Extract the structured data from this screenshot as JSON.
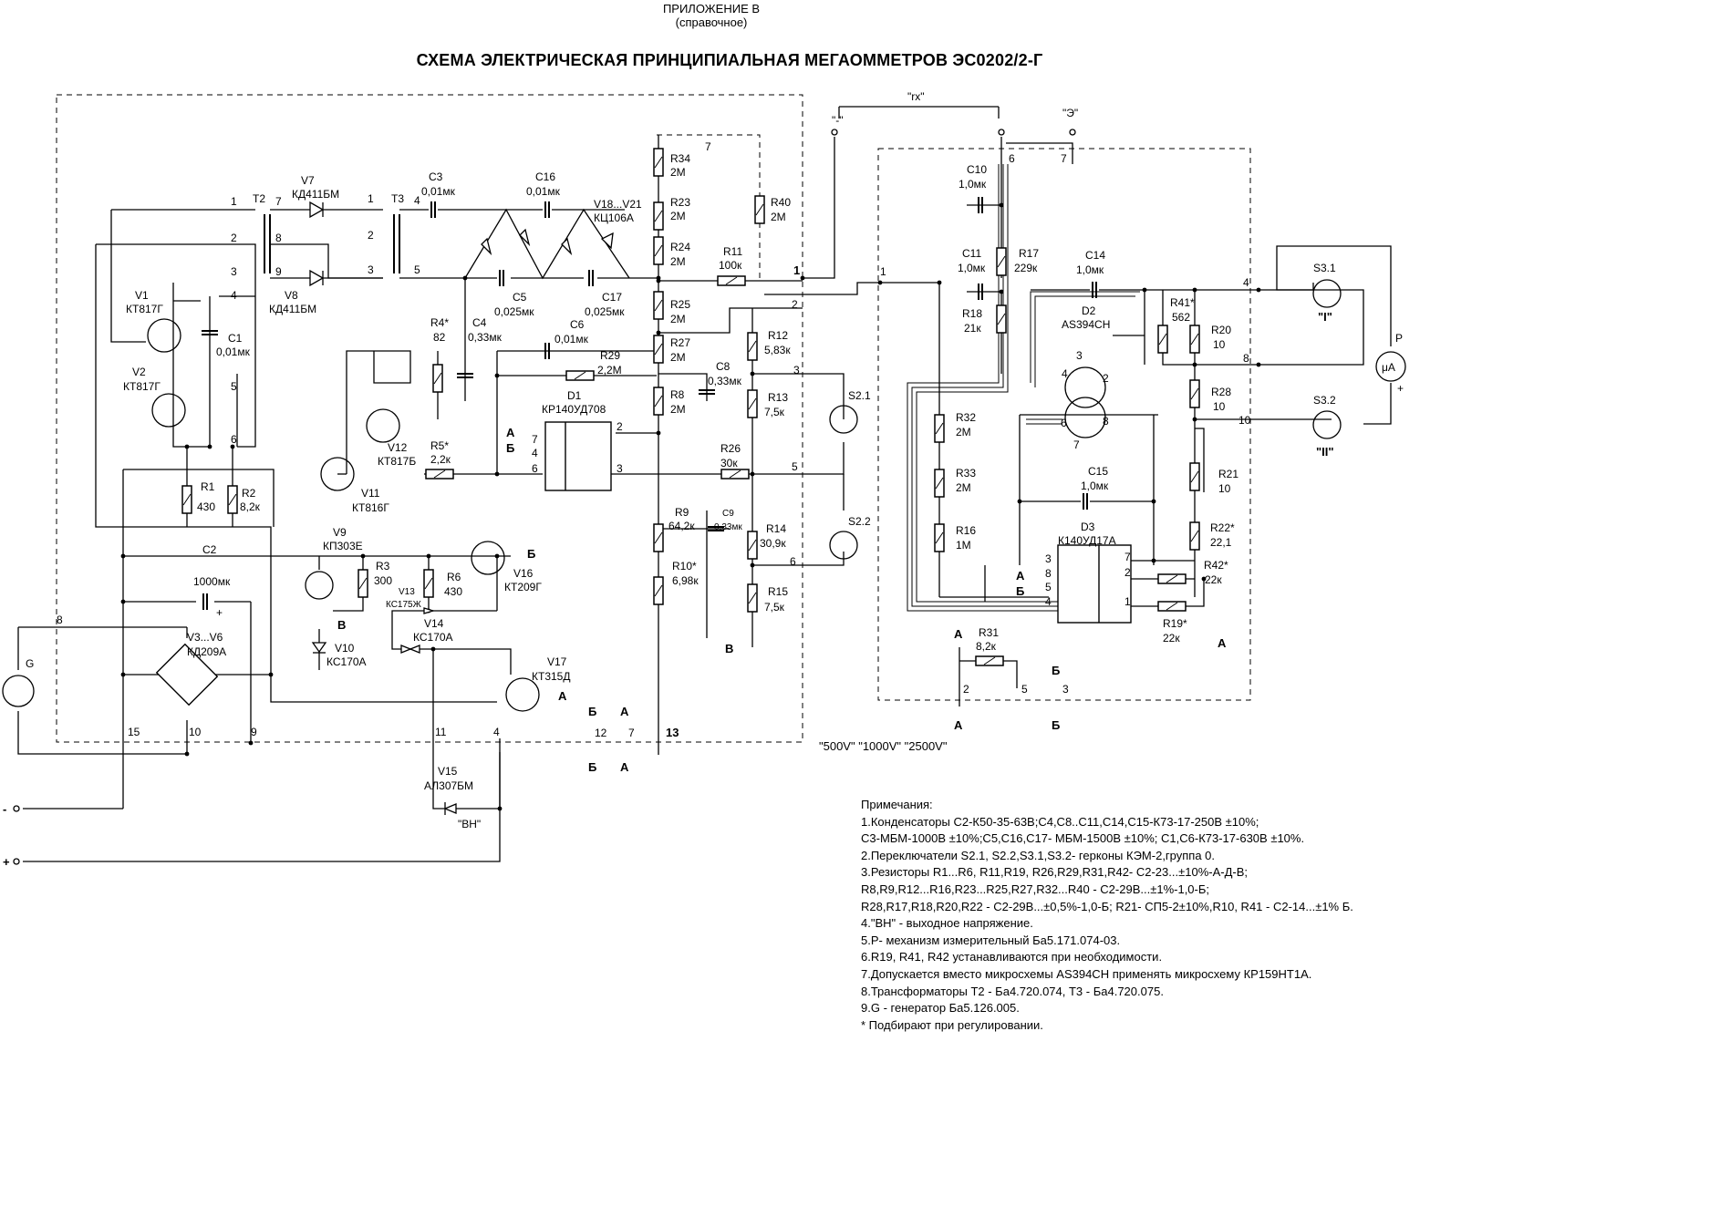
{
  "header": {
    "appendix": "ПРИЛОЖЕНИЕ В",
    "appendix_note": "(справочное)",
    "title": "СХЕМА ЭЛЕКТРИЧЕСКАЯ ПРИНЦИПИАЛЬНАЯ МЕГАОММЕТРОВ ЭС0202/2-Г"
  },
  "components": {
    "T2": "T2",
    "T3": "T3",
    "V7": {
      "ref": "V7",
      "type": "КД411БМ"
    },
    "V8": {
      "ref": "V8",
      "type": "КД411БМ"
    },
    "V1": {
      "ref": "V1",
      "type": "КТ817Г"
    },
    "V2": {
      "ref": "V2",
      "type": "КТ817Г"
    },
    "C1": {
      "ref": "C1",
      "value": "0,01мк"
    },
    "C2": {
      "ref": "C2",
      "value": "1000мк"
    },
    "C3": {
      "ref": "C3",
      "value": "0,01мк"
    },
    "C4": {
      "ref": "C4",
      "value": "0,33мк"
    },
    "C5": {
      "ref": "C5",
      "value": "0,025мк"
    },
    "C6": {
      "ref": "C6",
      "value": "0,01мк"
    },
    "C8": {
      "ref": "C8",
      "value": "0,33мк"
    },
    "C9": {
      "ref": "C9",
      "value": "0,33мк"
    },
    "C10": {
      "ref": "C10",
      "value": "1,0мк"
    },
    "C11": {
      "ref": "C11",
      "value": "1,0мк"
    },
    "C14": {
      "ref": "C14",
      "value": "1,0мк"
    },
    "C15": {
      "ref": "C15",
      "value": "1,0мк"
    },
    "C16": {
      "ref": "C16",
      "value": "0,01мк"
    },
    "C17": {
      "ref": "C17",
      "value": "0,025мк"
    },
    "V18": {
      "ref": "V18...V21",
      "type": "КЦ106А"
    },
    "R1": {
      "ref": "R1",
      "value": "430"
    },
    "R2": {
      "ref": "R2",
      "value": "8,2к"
    },
    "R3": {
      "ref": "R3",
      "value": "300"
    },
    "R4": {
      "ref": "R4*",
      "value": "82"
    },
    "R5": {
      "ref": "R5*",
      "value": "2,2к"
    },
    "R6": {
      "ref": "R6",
      "value": "430"
    },
    "R8": {
      "ref": "R8",
      "value": "2М"
    },
    "R9": {
      "ref": "R9",
      "value": "64,2к"
    },
    "R10": {
      "ref": "R10*",
      "value": "6,98к"
    },
    "R11": {
      "ref": "R11",
      "value": "100к"
    },
    "R12": {
      "ref": "R12",
      "value": "5,83к"
    },
    "R13": {
      "ref": "R13",
      "value": "7,5к"
    },
    "R14": {
      "ref": "R14",
      "value": "30,9к"
    },
    "R15": {
      "ref": "R15",
      "value": "7,5к"
    },
    "R16": {
      "ref": "R16",
      "value": "1М"
    },
    "R17": {
      "ref": "R17",
      "value": "229к"
    },
    "R18": {
      "ref": "R18",
      "value": "21к"
    },
    "R19": {
      "ref": "R19*",
      "value": "22к"
    },
    "R20": {
      "ref": "R20",
      "value": "10"
    },
    "R21": {
      "ref": "R21",
      "value": "10"
    },
    "R22": {
      "ref": "R22*",
      "value": "22,1"
    },
    "R23": {
      "ref": "R23",
      "value": "2М"
    },
    "R24": {
      "ref": "R24",
      "value": "2М"
    },
    "R25": {
      "ref": "R25",
      "value": "2М"
    },
    "R26": {
      "ref": "R26",
      "value": "30к"
    },
    "R27": {
      "ref": "R27",
      "value": "2М"
    },
    "R28": {
      "ref": "R28",
      "value": "10"
    },
    "R29": {
      "ref": "R29",
      "value": "2,2М"
    },
    "R31": {
      "ref": "R31",
      "value": "8,2к"
    },
    "R32": {
      "ref": "R32",
      "value": "2М"
    },
    "R33": {
      "ref": "R33",
      "value": "2М"
    },
    "R34": {
      "ref": "R34",
      "value": "2М"
    },
    "R40": {
      "ref": "R40",
      "value": "2М"
    },
    "R41": {
      "ref": "R41*",
      "value": "562"
    },
    "R42": {
      "ref": "R42*",
      "value": "22к"
    },
    "D1": {
      "ref": "D1",
      "type": "КР140УД708"
    },
    "D2": {
      "ref": "D2",
      "type": "AS394CH"
    },
    "D3": {
      "ref": "D3",
      "type": "К140УД17А"
    },
    "V9": {
      "ref": "V9",
      "type": "КП303Е"
    },
    "V10": {
      "ref": "V10",
      "type": "КС170А"
    },
    "V11": {
      "ref": "V11",
      "type": "КТ816Г"
    },
    "V12": {
      "ref": "V12",
      "type": "КТ817Б"
    },
    "V13": {
      "ref": "V13",
      "type": "КС175Ж"
    },
    "V14": {
      "ref": "V14",
      "type": "КС170А"
    },
    "V15": {
      "ref": "V15",
      "type": "АЛ307БМ"
    },
    "V16": {
      "ref": "V16",
      "type": "КТ209Г"
    },
    "V17": {
      "ref": "V17",
      "type": "КТ315Д"
    },
    "V3": {
      "ref": "V3...V6",
      "type": "КД209А"
    },
    "G": "G",
    "S21": "S2.1",
    "S22": "S2.2",
    "S31": "S3.1",
    "S32": "S3.2",
    "P": "P",
    "uA": "μA"
  },
  "terminals": {
    "rx": "\"rx\"",
    "minus_q": "\"-\"",
    "e": "\"Э\"",
    "I": "\"I\"",
    "II": "\"II\"",
    "vn": "\"ВН\"",
    "neg": "-",
    "pos": "+",
    "A": "А",
    "B": "Б",
    "V": "В"
  },
  "voltages": "\"500V\" \"1000V\" \"2500V\"",
  "notes": {
    "heading": "Примечания:",
    "lines": [
      "1.Конденсаторы С2-К50-35-63В;С4,С8..С11,С14,С15-К73-17-250В ±10%;",
      "С3-МБМ-1000В ±10%;С5,С16,С17- МБМ-1500В ±10%; С1,С6-К73-17-630В ±10%.",
      "2.Переключатели S2.1, S2.2,S3.1,S3.2- герконы КЭМ-2,группа 0.",
      "3.Резисторы R1...R6, R11,R19, R26,R29,R31,R42- С2-23...±10%-А-Д-В;",
      "R8,R9,R12...R16,R23...R25,R27,R32...R40 - С2-29В...±1%-1,0-Б;",
      "R28,R17,R18,R20,R22 - С2-29В...±0,5%-1,0-Б; R21- СП5-2±10%,R10, R41 - С2-14...±1% Б.",
      "4.\"ВН\" - выходное напряжение.",
      "5.Р- механизм измерительный Ба5.171.074-03.",
      "6.R19, R41, R42 устанавливаются при необходимости.",
      "7.Допускается вместо микросхемы AS394CH применять микросхему КР159НТ1А.",
      "8.Трансформаторы Т2 - Ба4.720.074, Т3 - Ба4.720.075.",
      "9.G - генератор Ба5.126.005.",
      "* Подбирают при регулировании."
    ]
  }
}
